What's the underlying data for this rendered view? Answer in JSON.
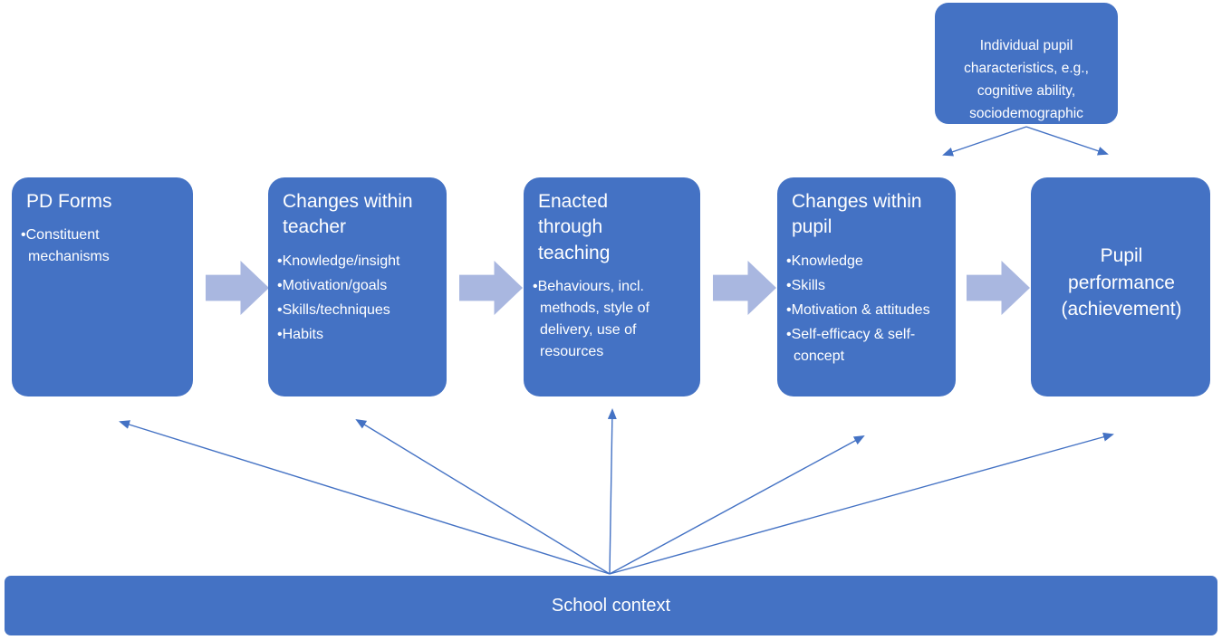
{
  "colors": {
    "box_fill": "#4472c4",
    "block_arrow_fill": "#a9b7e0",
    "connector_stroke": "#4472c4",
    "text": "#ffffff",
    "background": "#ffffff"
  },
  "top_box": {
    "text": "Individual pupil\ncharacteristics, e.g.,\ncognitive ability,\nsociodemographic"
  },
  "flow_boxes": [
    {
      "title": "PD Forms",
      "bullets": [
        "Constituent mechanisms"
      ]
    },
    {
      "title": "Changes within\nteacher",
      "bullets": [
        "Knowledge/insight",
        "Motivation/goals",
        "Skills/techniques",
        "Habits"
      ]
    },
    {
      "title": "Enacted\nthrough\nteaching",
      "bullets": [
        "Behaviours, incl. methods, style of delivery, use of resources"
      ]
    },
    {
      "title": "Changes within\npupil",
      "bullets": [
        "Knowledge",
        "Skills",
        "Motivation & attitudes",
        "Self-efficacy & self-concept"
      ]
    },
    {
      "title": "Pupil\nperformance\n(achievement)",
      "bullets": []
    }
  ],
  "bottom_bar": {
    "text": "School context"
  },
  "connections": {
    "school_context_points_to": [
      "PD Forms",
      "Changes within teacher",
      "Enacted through teaching",
      "Changes within pupil",
      "Pupil performance (achievement)"
    ],
    "individual_characteristics_points_to": [
      "Changes within pupil",
      "Pupil performance (achievement)"
    ]
  }
}
